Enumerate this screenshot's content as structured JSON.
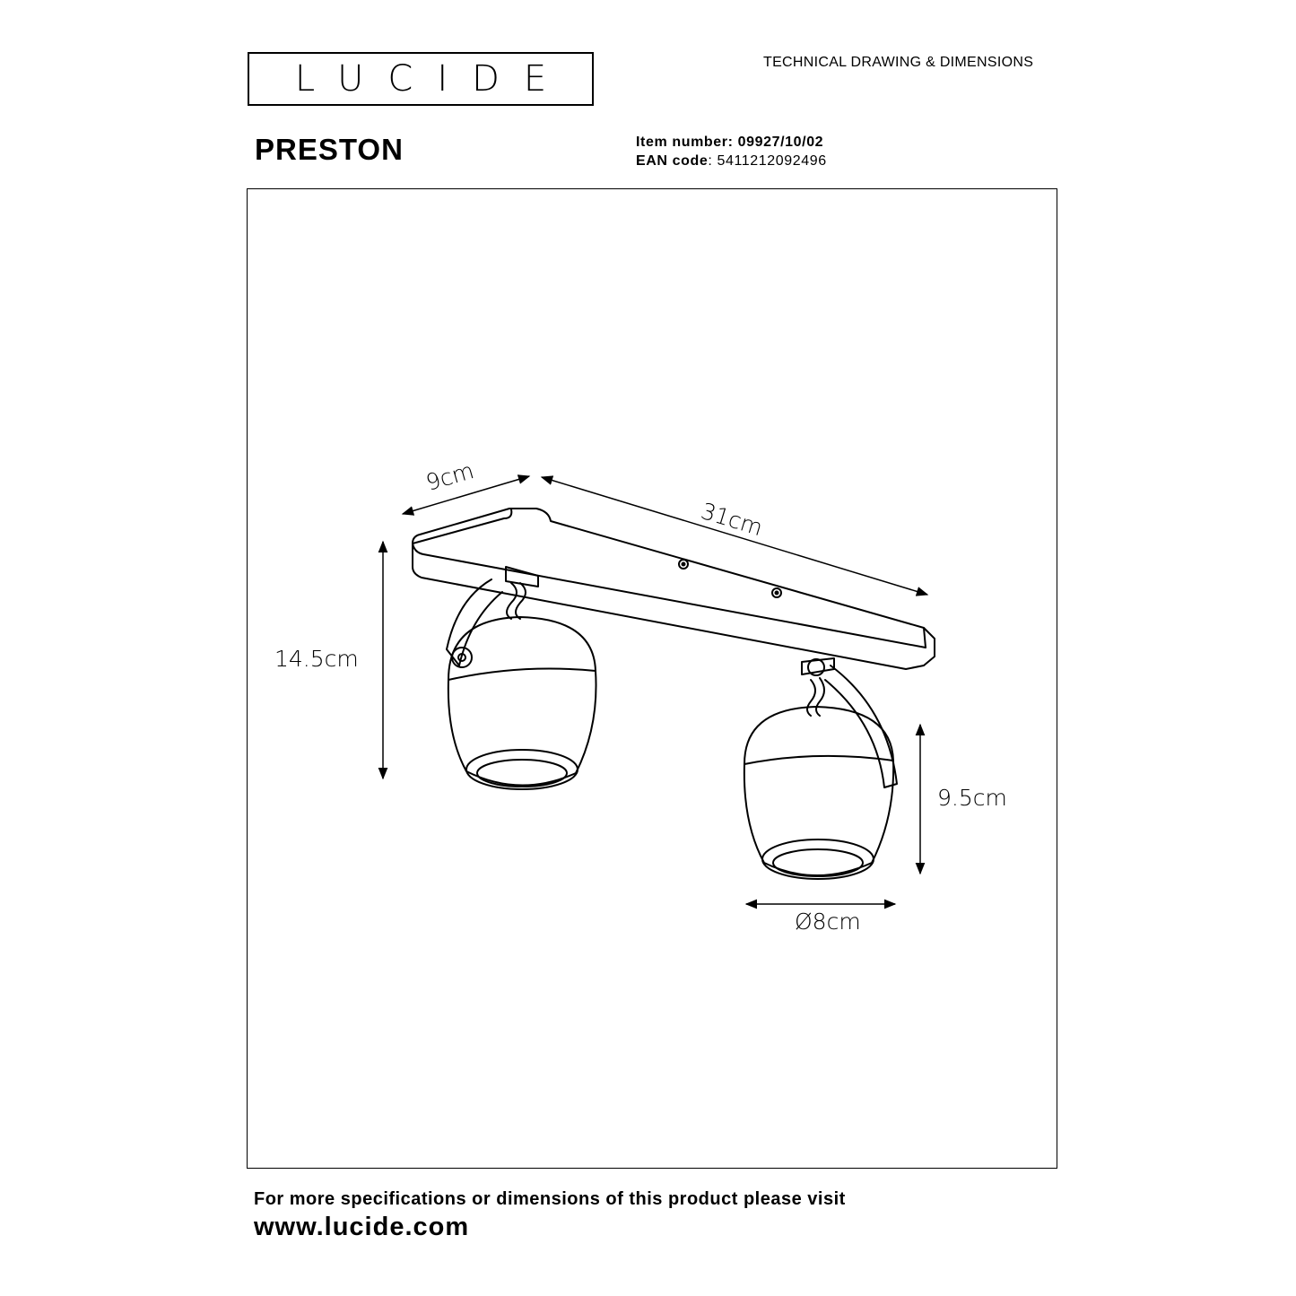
{
  "brand": {
    "logo_text": "LUCIDE"
  },
  "header": {
    "title": "TECHNICAL DRAWING & DIMENSIONS"
  },
  "product": {
    "name": "PRESTON",
    "item_number_label": "Item number",
    "item_number": "09927/10/02",
    "ean_label": "EAN code",
    "ean": "5411212092496"
  },
  "dimensions": {
    "depth": "9cm",
    "length": "31cm",
    "height_total": "14.5cm",
    "height_shade": "9.5cm",
    "diameter": "Ø8cm"
  },
  "footer": {
    "line": "For more specifications or dimensions of this product please visit",
    "url": "www.lucide.com"
  },
  "colors": {
    "ink": "#000000",
    "paper": "#ffffff"
  }
}
